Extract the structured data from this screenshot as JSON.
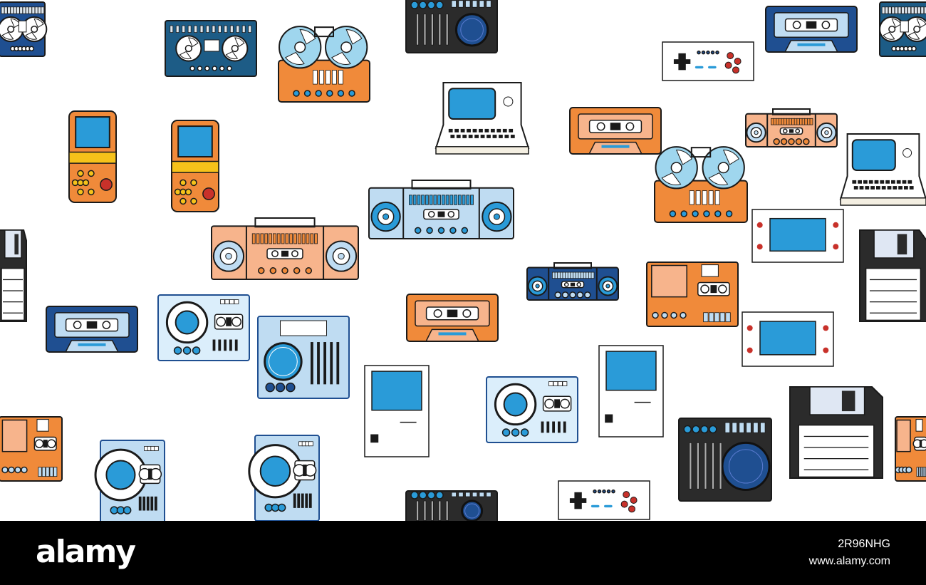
{
  "footer": {
    "brand": "alamy",
    "image_id": "2R96NHG",
    "website": "www.alamy.com"
  },
  "palette": {
    "blue": "#2a9bd8",
    "navy": "#1f4f91",
    "orange": "#f08a3a",
    "peach": "#f7b48c",
    "light_blue": "#bfdcf2",
    "dark": "#1e1e1e",
    "cream": "#f4efe2",
    "red": "#c8312a",
    "yellow": "#f6c21a"
  },
  "objects": [
    {
      "type": "reel-to-reel-recorder",
      "color": "teal"
    },
    {
      "type": "reel-to-reel-recorder",
      "color": "orange"
    },
    {
      "type": "handheld-game",
      "color": "orange"
    },
    {
      "type": "handheld-game",
      "color": "orange"
    },
    {
      "type": "boombox",
      "color": "peach"
    },
    {
      "type": "boombox",
      "color": "light-blue"
    },
    {
      "type": "boombox",
      "color": "navy"
    },
    {
      "type": "cassette-tape",
      "color": "navy"
    },
    {
      "type": "cassette-tape",
      "color": "orange"
    },
    {
      "type": "retro-computer",
      "color": "cream"
    },
    {
      "type": "game-controller",
      "color": "white"
    },
    {
      "type": "floppy-disk",
      "color": "dark"
    },
    {
      "type": "turntable-mixer",
      "color": "light-blue"
    },
    {
      "type": "desktop-computer",
      "color": "white"
    },
    {
      "type": "lcd-game",
      "color": "white"
    },
    {
      "type": "cassette-player",
      "color": "light-blue"
    },
    {
      "type": "radio-cassette",
      "color": "orange"
    },
    {
      "type": "dj-console",
      "color": "dark"
    }
  ]
}
